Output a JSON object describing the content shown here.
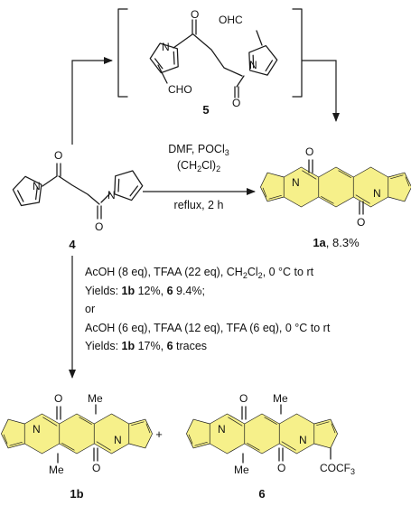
{
  "reaction": {
    "intermediate": {
      "label": "5",
      "atoms": {
        "cho_top": "OHC",
        "cho_bottom": "CHO",
        "n1": "N",
        "n2": "N",
        "o1": "O",
        "o2": "O"
      }
    },
    "start": {
      "label": "4",
      "atoms": {
        "o_top": "O",
        "o_bottom": "O",
        "n_left": "N",
        "n_right": "N"
      }
    },
    "step1": {
      "reagents": "DMF, POCl",
      "reagents_sub": "3",
      "solvent_open": "(CH",
      "solvent_sub": "2",
      "solvent_close": "Cl)",
      "solvent_sub2": "2",
      "conditions": "reflux, 2 h"
    },
    "product_1a": {
      "label_bold": "1a",
      "label_yield": ", 8.3%",
      "atoms": {
        "o_top": "O",
        "o_bottom": "O",
        "n_left": "N",
        "n_right": "N"
      }
    },
    "step2": {
      "line1_a": "AcOH (8 eq), TFAA (22 eq), CH",
      "line1_sub1": "2",
      "line1_b": "Cl",
      "line1_sub2": "2",
      "line1_c": ", 0 °C to rt",
      "line2_a": "Yields: ",
      "line2_b": "1b",
      "line2_c": " 12%, ",
      "line2_d": "6",
      "line2_e": " 9.4%;",
      "line3": "or",
      "line4": "AcOH (6 eq), TFAA (12 eq), TFA (6 eq), 0 °C to rt",
      "line5_a": "Yields: ",
      "line5_b": "1b",
      "line5_c": " 17%, ",
      "line5_d": "6",
      "line5_e": " traces"
    },
    "product_1b": {
      "label": "1b",
      "atoms": {
        "o_top": "O",
        "o_bottom": "O",
        "n_left": "N",
        "n_right": "N",
        "me_top": "Me",
        "me_bottom": "Me"
      }
    },
    "plus": "+",
    "product_6": {
      "label": "6",
      "atoms": {
        "o_top": "O",
        "o_bottom": "O",
        "n_left": "N",
        "n_right": "N",
        "me_top": "Me",
        "me_bottom": "Me"
      },
      "substituent": "COCF",
      "substituent_sub": "3"
    }
  }
}
